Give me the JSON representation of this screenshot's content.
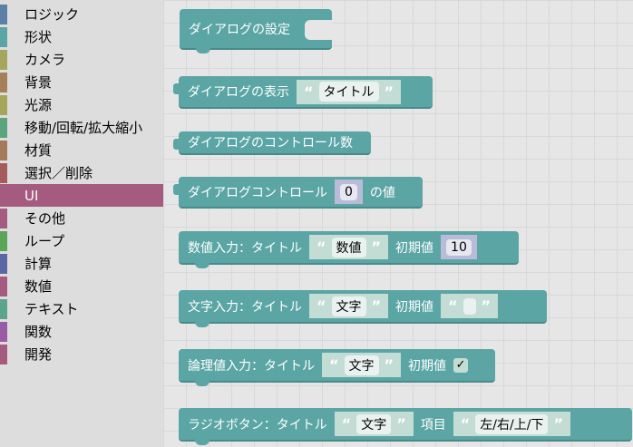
{
  "sidebar": {
    "items": [
      {
        "label": "ロジック",
        "color": "#5b80a5"
      },
      {
        "label": "形状",
        "color": "#5ba5a5"
      },
      {
        "label": "カメラ",
        "color": "#a5a55b"
      },
      {
        "label": "背景",
        "color": "#a5805b"
      },
      {
        "label": "光源",
        "color": "#a5a55b"
      },
      {
        "label": "移動/回転/拡大縮小",
        "color": "#5ba57e"
      },
      {
        "label": "材質",
        "color": "#a57a5b"
      },
      {
        "label": "選択／削除",
        "color": "#a55b5b"
      },
      {
        "label": "UI",
        "color": "#a55b80"
      },
      {
        "label": "その他",
        "color": "#a55b80"
      },
      {
        "label": "ループ",
        "color": "#5ba55b"
      },
      {
        "label": "計算",
        "color": "#5b67a5"
      },
      {
        "label": "数値",
        "color": "#a55b80"
      },
      {
        "label": "テキスト",
        "color": "#5ba58c"
      },
      {
        "label": "関数",
        "color": "#995ba5"
      },
      {
        "label": "開発",
        "color": "#a55b80"
      }
    ],
    "selected": "UI"
  },
  "blocks": {
    "dialog_setup": "ダイアログの設定",
    "dialog_show": {
      "label": "ダイアログの表示",
      "title": "タイトル"
    },
    "dialog_count": "ダイアログのコントロール数",
    "dialog_control": {
      "label": "ダイアログコントロール",
      "index": "0",
      "suffix": "の値"
    },
    "number_input": {
      "label": "数値入力：タイトル",
      "title": "数値",
      "init_label": "初期値",
      "init": "10"
    },
    "text_input": {
      "label": "文字入力：タイトル",
      "title": "文字",
      "init_label": "初期値",
      "init": ""
    },
    "bool_input": {
      "label": "論理値入力：タイトル",
      "title": "文字",
      "init_label": "初期値",
      "checked": "✓"
    },
    "radio": {
      "label": "ラジオボタン：タイトル",
      "title": "文字",
      "items_label": "項目",
      "items": "左/右/上/下"
    }
  },
  "quote_open": "“",
  "quote_close": "”"
}
